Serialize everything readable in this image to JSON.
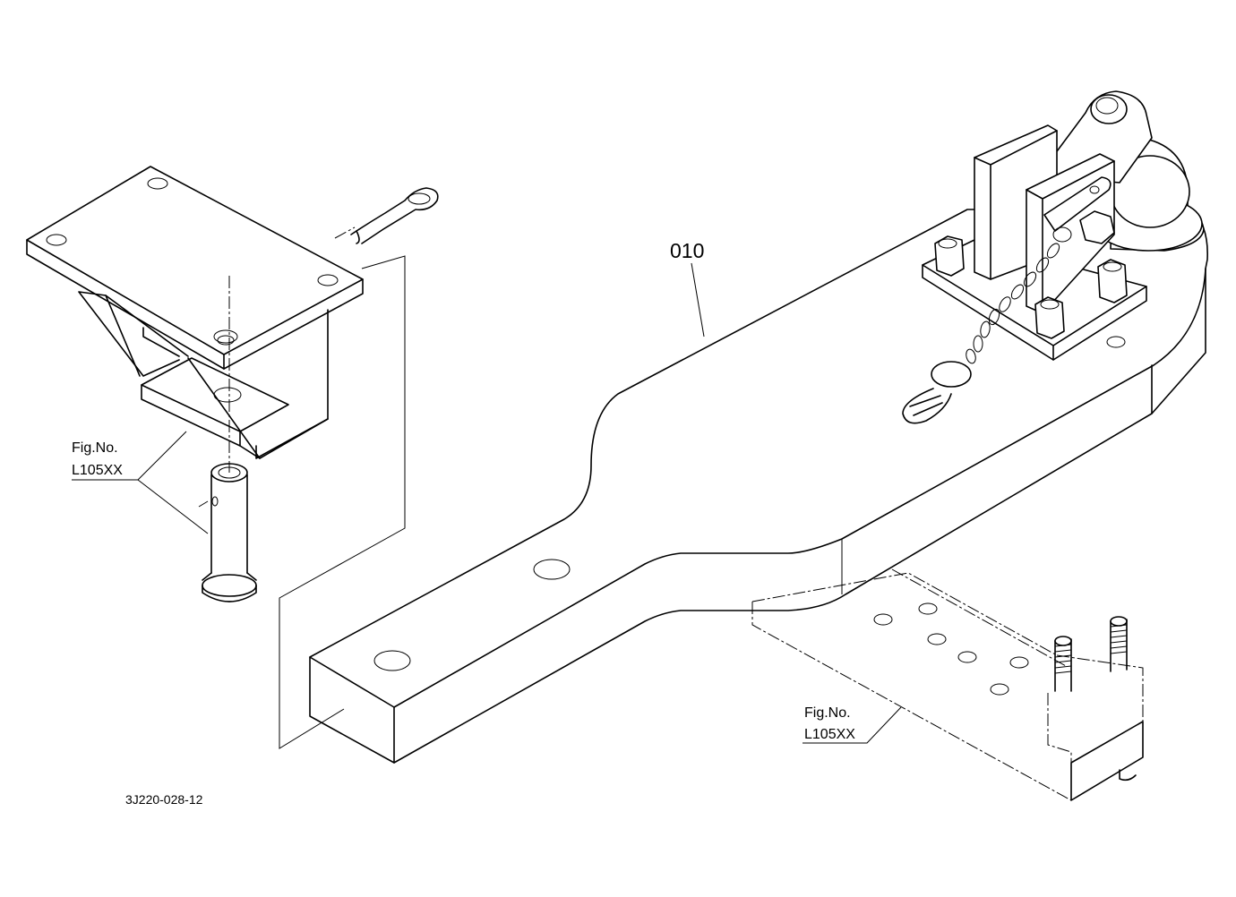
{
  "diagram": {
    "part_label": "010",
    "references": [
      {
        "line1": "Fig.No.",
        "line2": "L105XX"
      },
      {
        "line1": "Fig.No.",
        "line2": "L105XX"
      }
    ],
    "drawing_code": "3J220-028-12"
  }
}
